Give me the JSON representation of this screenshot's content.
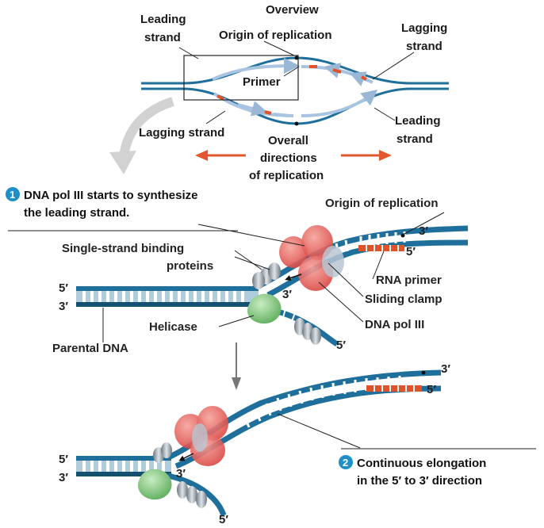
{
  "overview": {
    "title": "Overview",
    "origin": "Origin of replication",
    "leading_top_1": "Leading",
    "leading_top_2": "strand",
    "lagging_top_1": "Lagging",
    "lagging_top_2": "strand",
    "primer": "Primer",
    "lagging_bottom": "Lagging strand",
    "leading_bottom_1": "Leading",
    "leading_bottom_2": "strand",
    "directions_1": "Overall",
    "directions_2": "directions",
    "directions_3": "of replication"
  },
  "step1": {
    "number": "1",
    "caption_1": "DNA pol III starts to synthesize",
    "caption_2": "the leading strand.",
    "origin": "Origin of replication",
    "ssb_1": "Single-strand binding",
    "ssb_2": "proteins",
    "rna_primer": "RNA primer",
    "sliding_clamp": "Sliding clamp",
    "dna_pol": "DNA pol III",
    "helicase": "Helicase",
    "parental": "Parental DNA",
    "end_3a": "3′",
    "end_5a": "5′",
    "left_5": "5′",
    "left_3": "3′",
    "fork_3": "3′",
    "lower_5": "5′"
  },
  "step2": {
    "number": "2",
    "caption_1": "Continuous elongation",
    "caption_2": "in the 5′ to 3′ direction",
    "end_3": "3′",
    "end_5": "5′",
    "left_5": "5′",
    "left_3": "3′",
    "fork_3": "3′",
    "lower_5": "5′"
  },
  "colors": {
    "dna_blue": "#1f6f9c",
    "dna_dark": "#14506f",
    "primer_red": "#e0532a",
    "protein_red": "#e4605c",
    "helicase_green": "#7cc07a",
    "ssb_gray": "#9aa3ab",
    "arrow_orange": "#e2572d",
    "badge_blue": "#1e8fc9"
  }
}
